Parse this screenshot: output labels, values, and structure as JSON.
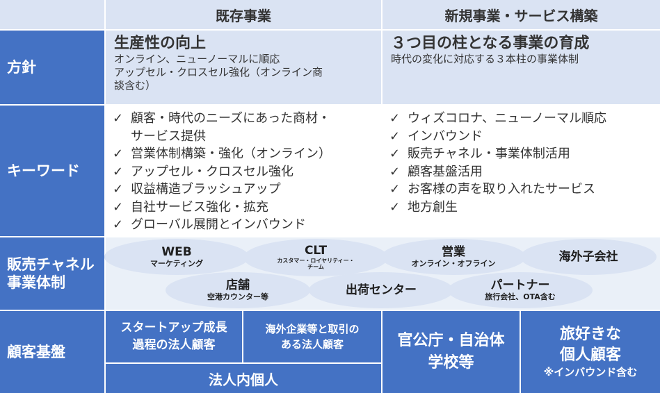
{
  "headers": {
    "existing": "既存事業",
    "new": "新規事業・サービス構築"
  },
  "labels": {
    "policy": "方針",
    "keywords": "キーワード",
    "channels_line1": "販売チャネル",
    "channels_line2": "事業体制",
    "customers": "顧客基盤"
  },
  "policy": {
    "existing": {
      "title": "生産性の向上",
      "lines": [
        "オンライン、ニューノーマルに順応",
        "アップセル・クロスセル強化（オンライン商",
        "談含む）"
      ]
    },
    "new": {
      "title": "３つ目の柱となる事業の育成",
      "lines": [
        "時代の変化に対応する３本柱の事業体制"
      ]
    }
  },
  "keywords": {
    "check": "✓",
    "existing": [
      [
        "顧客・時代のニーズにあった商材・",
        "サービス提供"
      ],
      [
        "営業体制構築・強化（オンライン）"
      ],
      [
        "アップセル・クロスセル強化"
      ],
      [
        "収益構造ブラッシュアップ"
      ],
      [
        "自社サービス強化・拡充"
      ],
      [
        "グローバル展開とインバウンド"
      ]
    ],
    "new": [
      [
        "ウィズコロナ、ニューノーマル順応"
      ],
      [
        "インバウンド"
      ],
      [
        "販売チャネル・事業体制活用"
      ],
      [
        "顧客基盤活用"
      ],
      [
        "お客様の声を取り入れたサービス"
      ],
      [
        "地方創生"
      ]
    ]
  },
  "channels": {
    "web": {
      "main": "WEB",
      "sub": "マーケティング"
    },
    "clt": {
      "main": "CLT",
      "sub1": "カスタマー・ロイヤリティー・",
      "sub2": "チーム"
    },
    "sales": {
      "main": "営業",
      "sub": "オンライン・オフライン"
    },
    "overseas": {
      "main": "海外子会社"
    },
    "store": {
      "main": "店舗",
      "sub": "空港カウンター等"
    },
    "shipping": {
      "main": "出荷センター"
    },
    "partner": {
      "main": "パートナー",
      "sub": "旅行会社、OTA含む"
    }
  },
  "customers": {
    "startup": [
      "スタートアップ成長",
      "過程の法人顧客"
    ],
    "overseas": [
      "海外企業等と取引の",
      "ある法人顧客"
    ],
    "corp_individuals": "法人内個人",
    "public": [
      "官公庁・自治体",
      "学校等"
    ],
    "travelers": [
      "旅好きな",
      "個人顧客",
      "※インバウンド含む"
    ]
  },
  "colors": {
    "accent": "#4472c4",
    "light": "#dae3f3",
    "band": "#eaf0f8"
  }
}
